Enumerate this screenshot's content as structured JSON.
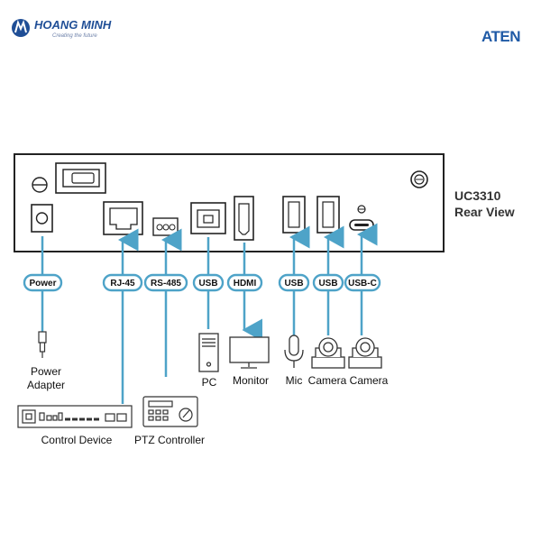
{
  "brand": {
    "dealer_name": "HOANG MINH",
    "dealer_tagline": "Creating the future",
    "manufacturer": "ATEN"
  },
  "device": {
    "model": "UC3310",
    "view": "Rear View"
  },
  "colors": {
    "connector_line": "#4ea3c8",
    "pill_border": "#4ea3c8",
    "device_outline": "#222222",
    "brand_blue": "#1f5aa6"
  },
  "ports": [
    {
      "id": "power",
      "label": "Power"
    },
    {
      "id": "rj45",
      "label": "RJ-45"
    },
    {
      "id": "rs485",
      "label": "RS-485"
    },
    {
      "id": "usb-pc",
      "label": "USB"
    },
    {
      "id": "hdmi",
      "label": "HDMI"
    },
    {
      "id": "usb-mic",
      "label": "USB"
    },
    {
      "id": "usb-cam",
      "label": "USB"
    },
    {
      "id": "usbc",
      "label": "USB-C"
    }
  ],
  "peripherals": {
    "power_adapter_line1": "Power",
    "power_adapter_line2": "Adapter",
    "pc": "PC",
    "monitor": "Monitor",
    "mic": "Mic",
    "camera1": "Camera",
    "camera2": "Camera",
    "control_device": "Control Device",
    "ptz_controller": "PTZ Controller"
  },
  "icons": {
    "dealer_logo": "hm-logo-icon",
    "power_switch": "rocker-switch-icon",
    "ground": "ground-screw-icon",
    "dc_jack": "dc-jack-icon",
    "rj45": "rj45-port-icon",
    "terminal_block": "terminal-block-icon",
    "usb_b": "usb-b-port-icon",
    "hdmi": "hdmi-port-icon",
    "usb_a": "usb-a-port-icon",
    "usbc": "usbc-port-icon",
    "kensington": "kensington-lock-icon"
  }
}
